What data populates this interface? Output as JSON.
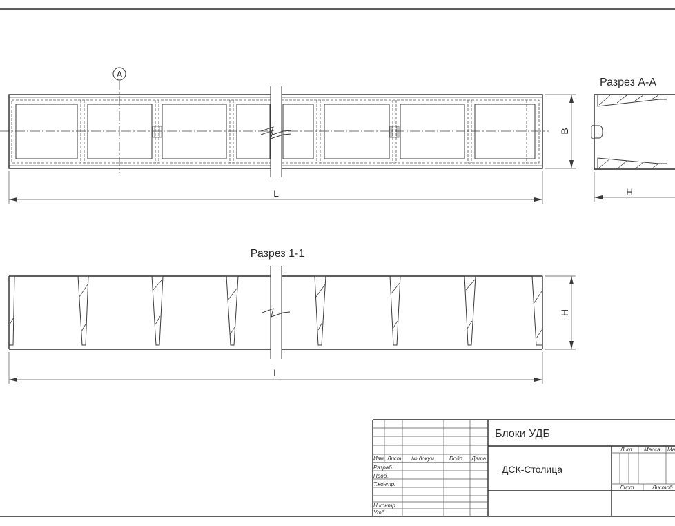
{
  "drawing": {
    "marker_a": "A",
    "section_aa_title": "Разрез А-А",
    "section_11_title": "Разрез 1-1",
    "dim_length": "L",
    "dim_width": "B",
    "dim_height": "H"
  },
  "title_block": {
    "title": "Блоки УДБ",
    "organization": "ДСК-Столица",
    "col_izm": "Изм",
    "col_list": "Лист",
    "col_doc_no": "№ докум.",
    "col_sign": "Подп.",
    "col_date": "Дата",
    "row_developed": "Разраб.",
    "row_checked": "Проб.",
    "row_tech_control": "Т.контр.",
    "row_norm_control": "Н.контр.",
    "row_approved": "Утб.",
    "lit": "Лит.",
    "mass": "Масса",
    "scale": "Ма",
    "sheet": "Лист",
    "sheets": "Листоб"
  }
}
